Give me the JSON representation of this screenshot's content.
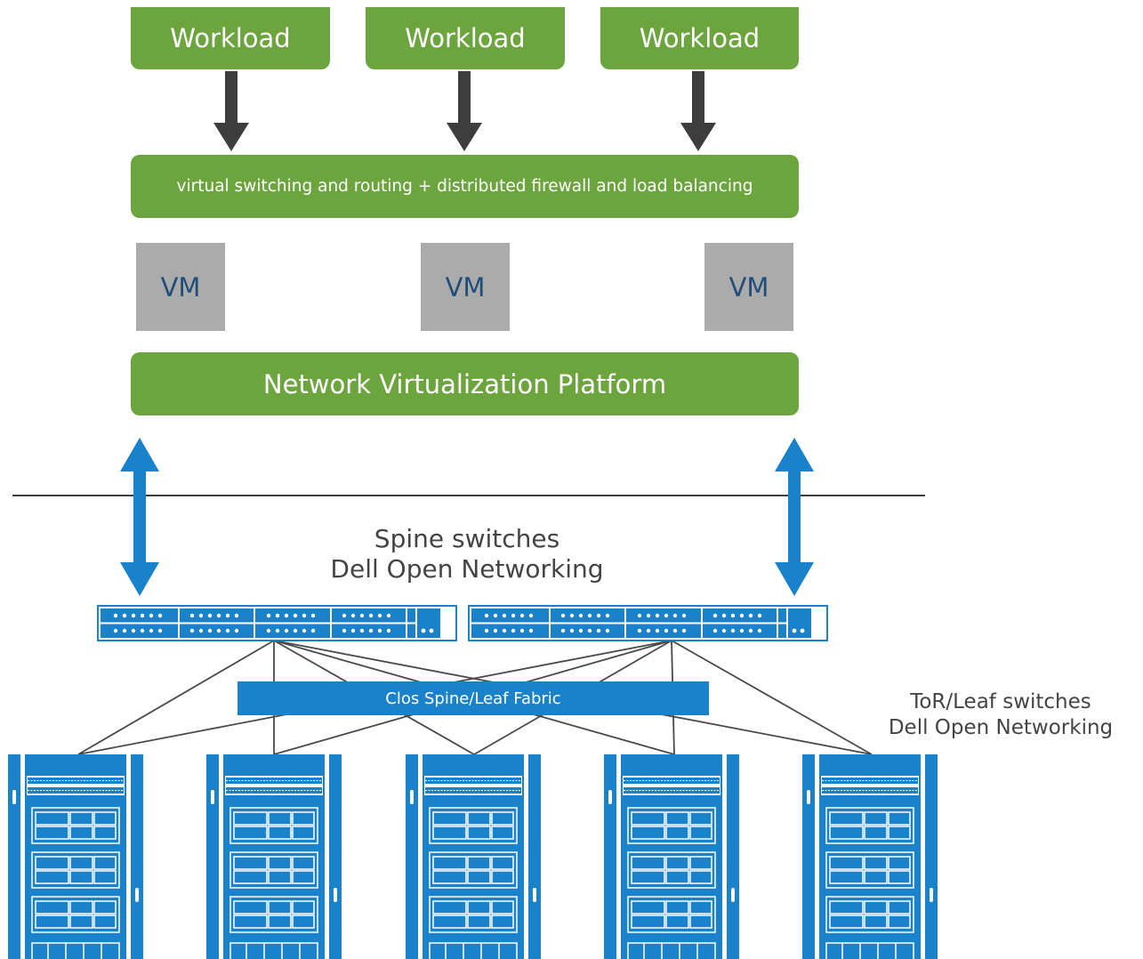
{
  "workloads": [
    "Workload",
    "Workload",
    "Workload"
  ],
  "virtual_switching_label": "virtual switching and routing  + distributed firewall and load balancing",
  "vms": [
    "VM",
    "VM",
    "VM"
  ],
  "platform_label": "Network Virtualization Platform",
  "spine": {
    "line1": "Spine switches",
    "line2": "Dell Open Networking"
  },
  "fabric_label": "Clos Spine/Leaf Fabric",
  "tor": {
    "line1": "ToR/Leaf switches",
    "line2": "Dell Open Networking"
  },
  "colors": {
    "green": "#6ca43e",
    "blue": "#1a82ca",
    "vm_gray": "#ababab",
    "vm_text": "#1f4e79",
    "arrow_dark": "#3d3d3d",
    "text_gray": "#444444"
  }
}
